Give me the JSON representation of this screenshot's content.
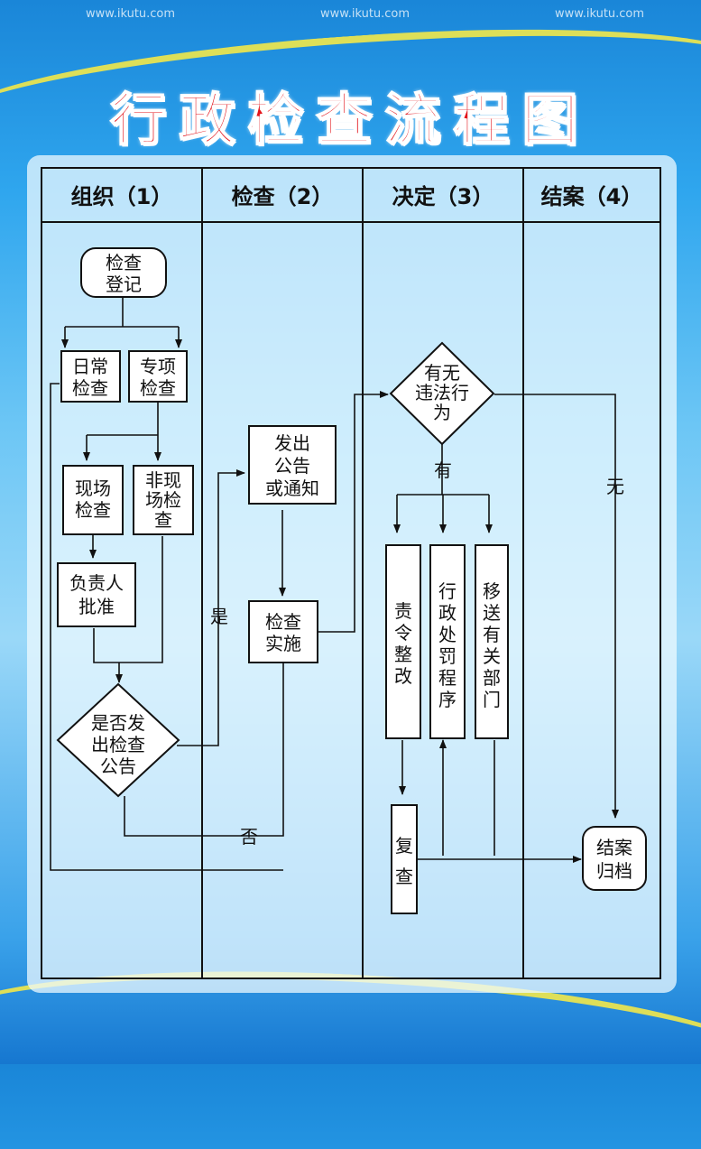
{
  "title": "行政检查流程图",
  "watermark": "www.ikutu.com",
  "columns": [
    "组织（1）",
    "检查（2）",
    "决定（3）",
    "结案（4）"
  ],
  "nodes": {
    "start": [
      "检查",
      "登记"
    ],
    "routine": [
      "日常",
      "检查"
    ],
    "special": [
      "专项",
      "检查"
    ],
    "onsite": [
      "现场",
      "检查"
    ],
    "offsite": [
      "非现",
      "场检",
      "查"
    ],
    "approve": [
      "负责人",
      "批准"
    ],
    "decide_notice": [
      "是否发",
      "出检查",
      "公告"
    ],
    "notice": [
      "发出",
      "公告",
      "或通知"
    ],
    "implement": [
      "检查",
      "实施"
    ],
    "violation": [
      "有无",
      "违法行",
      "为"
    ],
    "rectify": [
      "责",
      "令",
      "整",
      "改"
    ],
    "penalty": [
      "行",
      "政",
      "处",
      "罚",
      "程",
      "序"
    ],
    "transfer": [
      "移",
      "送",
      "有",
      "关",
      "部",
      "门"
    ],
    "review": [
      "复",
      "查"
    ],
    "archive": [
      "结案",
      "归档"
    ]
  },
  "edge_labels": {
    "yes": "是",
    "no": "否",
    "has": "有",
    "none": "无"
  },
  "colors": {
    "title": "#e3141b",
    "line": "#111111",
    "panel": "#eefaff"
  }
}
